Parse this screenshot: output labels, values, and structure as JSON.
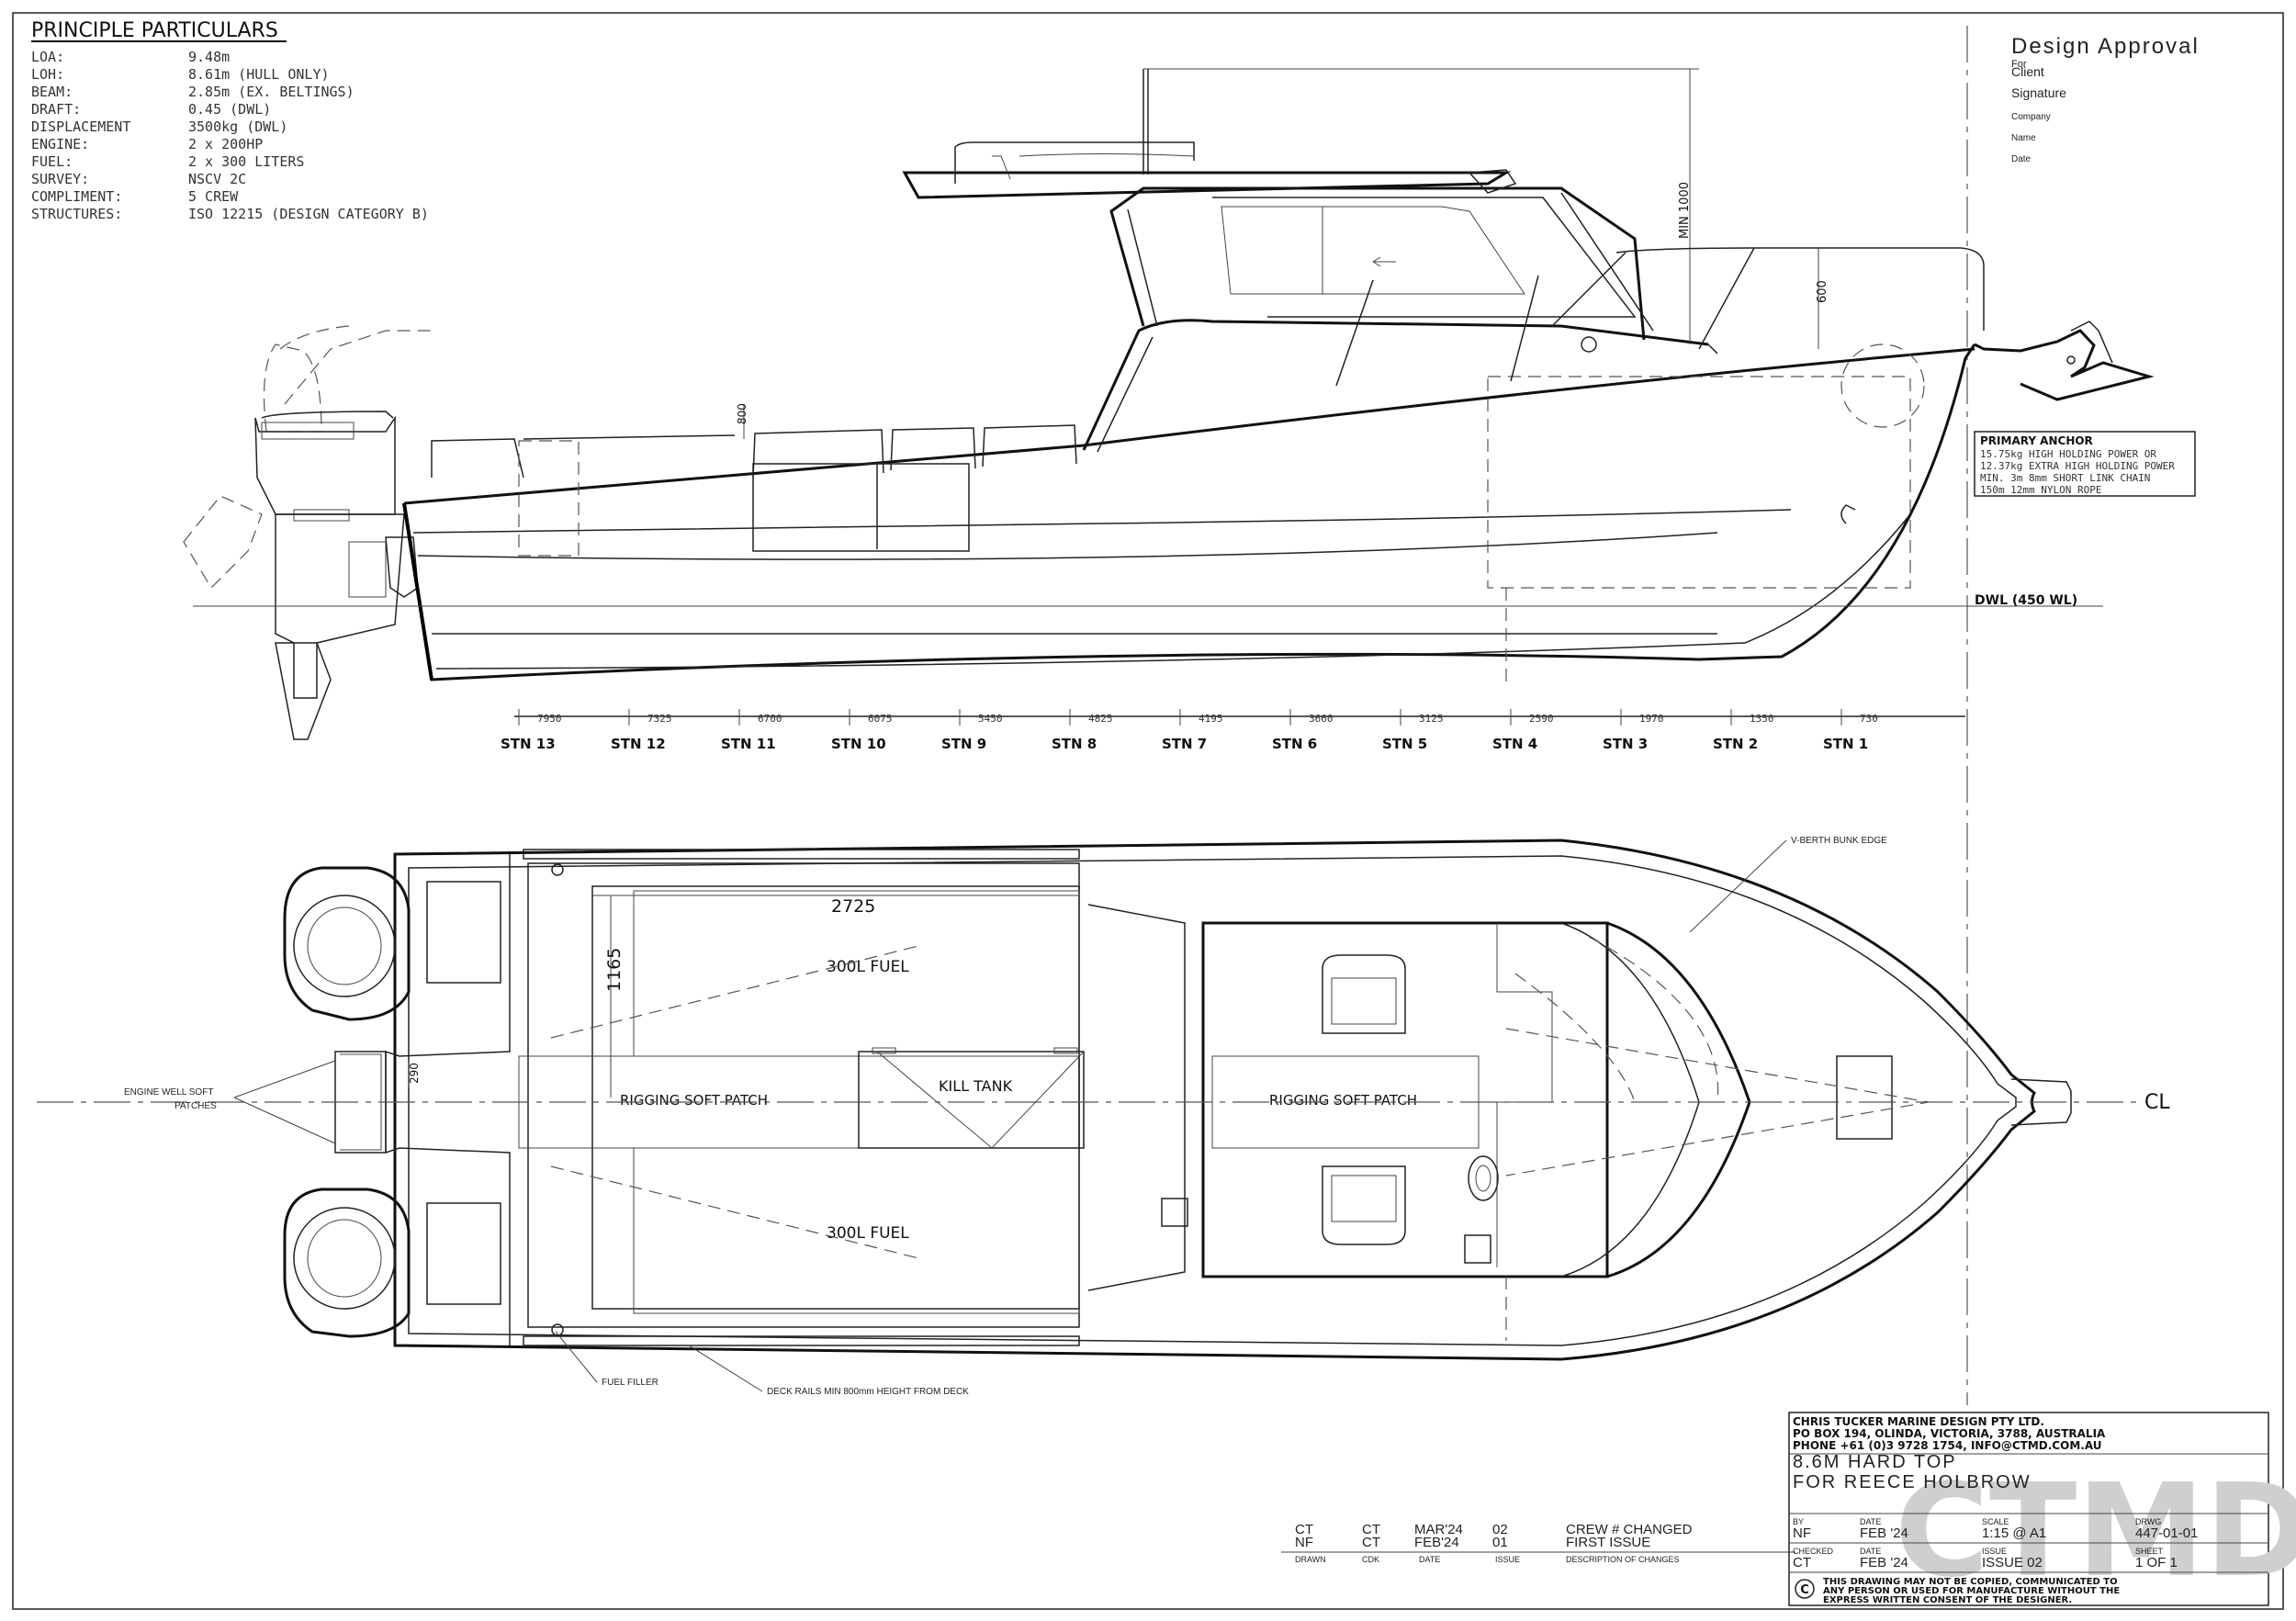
{
  "particulars": {
    "heading": "PRINCIPLE PARTICULARS",
    "rows": [
      {
        "label": "LOA:",
        "value": "9.48m"
      },
      {
        "label": "LOH:",
        "value": "8.61m (HULL ONLY)"
      },
      {
        "label": "BEAM:",
        "value": "2.85m (EX. BELTINGS)"
      },
      {
        "label": "DRAFT:",
        "value": "0.45 (DWL)"
      },
      {
        "label": "DISPLACEMENT",
        "value": "3500kg (DWL)"
      },
      {
        "label": "ENGINE:",
        "value": "2 x 200HP"
      },
      {
        "label": "FUEL:",
        "value": "2 x 300 LITERS"
      },
      {
        "label": "SURVEY:",
        "value": "NSCV 2C"
      },
      {
        "label": "COMPLIMENT:",
        "value": "5 CREW"
      },
      {
        "label": "STRUCTURES:",
        "value": "ISO 12215 (DESIGN CATEGORY B)"
      }
    ]
  },
  "approval": {
    "title": "Design Approval",
    "for_label": "For",
    "fields": [
      "Client",
      "Signature",
      "Company",
      "Name",
      "Date"
    ]
  },
  "profile": {
    "dim_min_1000": "MIN 1000",
    "dim_600": "600",
    "dim_800": "800",
    "dwl_label": "DWL (450 WL)",
    "anchor": {
      "title": "PRIMARY ANCHOR",
      "lines": [
        "15.75kg HIGH HOLDING POWER OR",
        "12.37kg EXTRA HIGH HOLDING POWER",
        "MIN. 3m 8mm SHORT LINK CHAIN",
        "150m 12mm NYLON ROPE"
      ]
    },
    "stations": [
      {
        "offset": "7950",
        "label": "STN 13"
      },
      {
        "offset": "7325",
        "label": "STN 12"
      },
      {
        "offset": "6700",
        "label": "STN 11"
      },
      {
        "offset": "6075",
        "label": "STN 10"
      },
      {
        "offset": "5450",
        "label": "STN 9"
      },
      {
        "offset": "4825",
        "label": "STN 8"
      },
      {
        "offset": "4195",
        "label": "STN 7"
      },
      {
        "offset": "3660",
        "label": "STN 6"
      },
      {
        "offset": "3125",
        "label": "STN 5"
      },
      {
        "offset": "2590",
        "label": "STN 4"
      },
      {
        "offset": "1970",
        "label": "STN 3"
      },
      {
        "offset": "1350",
        "label": "STN 2"
      },
      {
        "offset": "730",
        "label": "STN 1"
      }
    ]
  },
  "plan": {
    "dim_2725": "2725",
    "dim_1165": "1165",
    "dim_290": "290",
    "fuel_top": "300L FUEL",
    "fuel_bottom": "300L FUEL",
    "kill_tank": "KILL TANK",
    "rigging_aft": "RIGGING SOFT PATCH",
    "rigging_fwd": "RIGGING SOFT PATCH",
    "centreline": "CL",
    "notes": {
      "vberth": "V-BERTH BUNK EDGE",
      "engine_well_1": "ENGINE WELL SOFT",
      "engine_well_2": "PATCHES",
      "fuel_filler": "FUEL FILLER",
      "deck_rails": "DECK RAILS MIN 800mm HEIGHT FROM DECK"
    }
  },
  "revisions": {
    "rows": [
      {
        "drawn": "CT",
        "chk": "CT",
        "date": "MAR'24",
        "issue": "02",
        "desc": "CREW # CHANGED"
      },
      {
        "drawn": "NF",
        "chk": "CT",
        "date": "FEB'24",
        "issue": "01",
        "desc": "FIRST ISSUE"
      }
    ],
    "headers": [
      "DRAWN",
      "CDK",
      "DATE",
      "ISSUE",
      "DESCRIPTION OF CHANGES"
    ]
  },
  "titleblock": {
    "company": "CHRIS TUCKER MARINE DESIGN PTY LTD.",
    "address": "PO BOX 194, OLINDA, VICTORIA, 3788, AUSTRALIA",
    "phone": "PHONE +61 (0)3 9728 1754, INFO@CTMD.COM.AU",
    "title1": "8.6M HARD TOP",
    "title2": "FOR REECE HOLBROW",
    "watermark": "CTMD",
    "by_label": "BY",
    "by": "NF",
    "date_label": "DATE",
    "date": "FEB '24",
    "scale_label": "SCALE",
    "scale": "1:15 @ A1",
    "drwg_label": "DRWG",
    "drwg": "447-01-01",
    "checked_label": "CHECKED",
    "checked": "CT",
    "date2_label": "DATE",
    "date2": "FEB '24",
    "issue_label": "ISSUE",
    "issue": "ISSUE 02",
    "sheet_label": "SHEET",
    "sheet": "1 OF 1",
    "copyright_symbol": "C",
    "copyright_lines": [
      "THIS DRAWING MAY NOT BE COPIED, COMMUNICATED TO",
      "ANY PERSON OR USED FOR MANUFACTURE WITHOUT THE",
      "EXPRESS WRITTEN CONSENT OF THE DESIGNER."
    ]
  }
}
